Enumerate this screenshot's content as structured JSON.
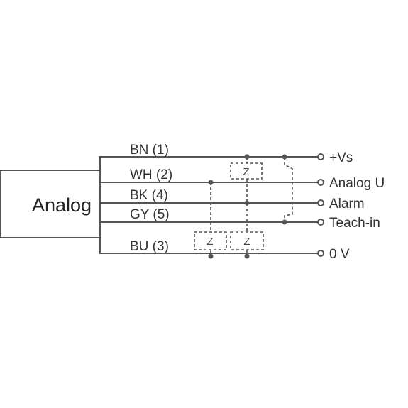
{
  "module": {
    "label": "Analog"
  },
  "wires": {
    "bn": "BN (1)",
    "wh": "WH (2)",
    "bk": "BK (4)",
    "gy": "GY (5)",
    "bu": "BU (3)"
  },
  "terminals": {
    "vs": "+Vs",
    "analog_u": "Analog U",
    "alarm": "Alarm",
    "teach_in": "Teach-in",
    "zero_v": "0 V"
  },
  "loads": {
    "z1": "Z",
    "z2": "Z",
    "z3": "Z"
  }
}
